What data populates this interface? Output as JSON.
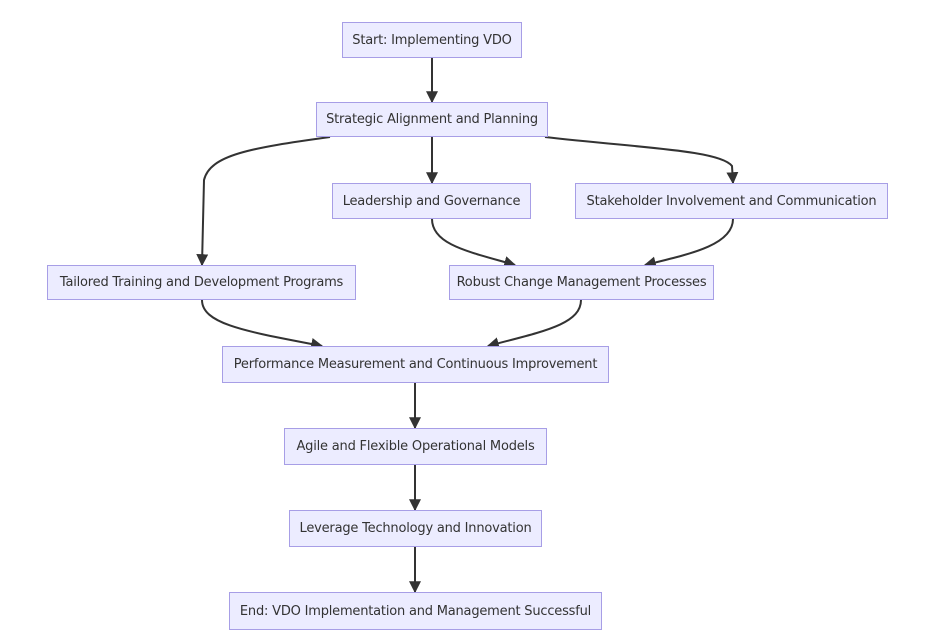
{
  "flowchart": {
    "nodes": {
      "start": "Start: Implementing VDO",
      "strategic": "Strategic Alignment and Planning",
      "leadership": "Leadership and Governance",
      "stakeholder": "Stakeholder Involvement and Communication",
      "training": "Tailored Training and Development Programs",
      "change": "Robust Change Management Processes",
      "performance": "Performance Measurement and Continuous Improvement",
      "agile": "Agile and Flexible Operational Models",
      "technology": "Leverage Technology and Innovation",
      "end": "End: VDO Implementation and Management Successful"
    },
    "edges": [
      {
        "from": "start",
        "to": "strategic"
      },
      {
        "from": "strategic",
        "to": "leadership"
      },
      {
        "from": "strategic",
        "to": "stakeholder"
      },
      {
        "from": "strategic",
        "to": "training"
      },
      {
        "from": "leadership",
        "to": "change"
      },
      {
        "from": "stakeholder",
        "to": "change"
      },
      {
        "from": "training",
        "to": "performance"
      },
      {
        "from": "change",
        "to": "performance"
      },
      {
        "from": "performance",
        "to": "agile"
      },
      {
        "from": "agile",
        "to": "technology"
      },
      {
        "from": "technology",
        "to": "end"
      }
    ],
    "colors": {
      "node_fill": "#ececff",
      "node_border": "#a79ee6",
      "edge": "#333333",
      "text": "#333333"
    }
  }
}
